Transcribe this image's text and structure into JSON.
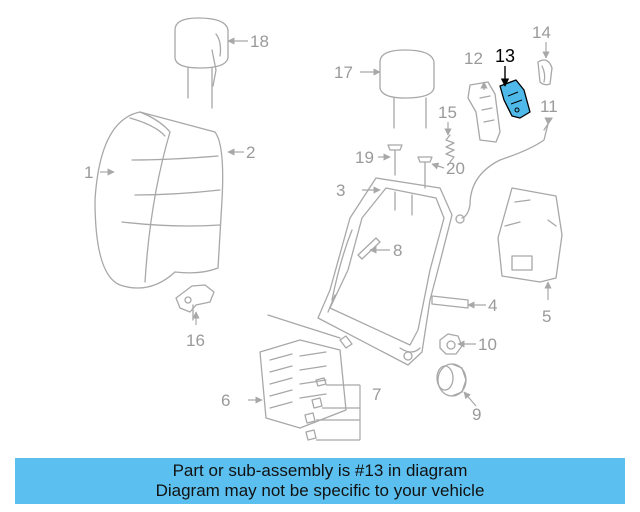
{
  "diagram": {
    "highlighted_part": "13",
    "highlight_color": "#4fb9ea",
    "callouts": [
      "1",
      "2",
      "3",
      "4",
      "5",
      "6",
      "7",
      "8",
      "9",
      "10",
      "11",
      "12",
      "13",
      "14",
      "15",
      "16",
      "17",
      "18",
      "19",
      "20"
    ]
  },
  "banner": {
    "line1": "Part or sub-assembly is #13 in diagram",
    "line2": "Diagram may not be specific to your vehicle",
    "background": "#5bc0f0"
  }
}
